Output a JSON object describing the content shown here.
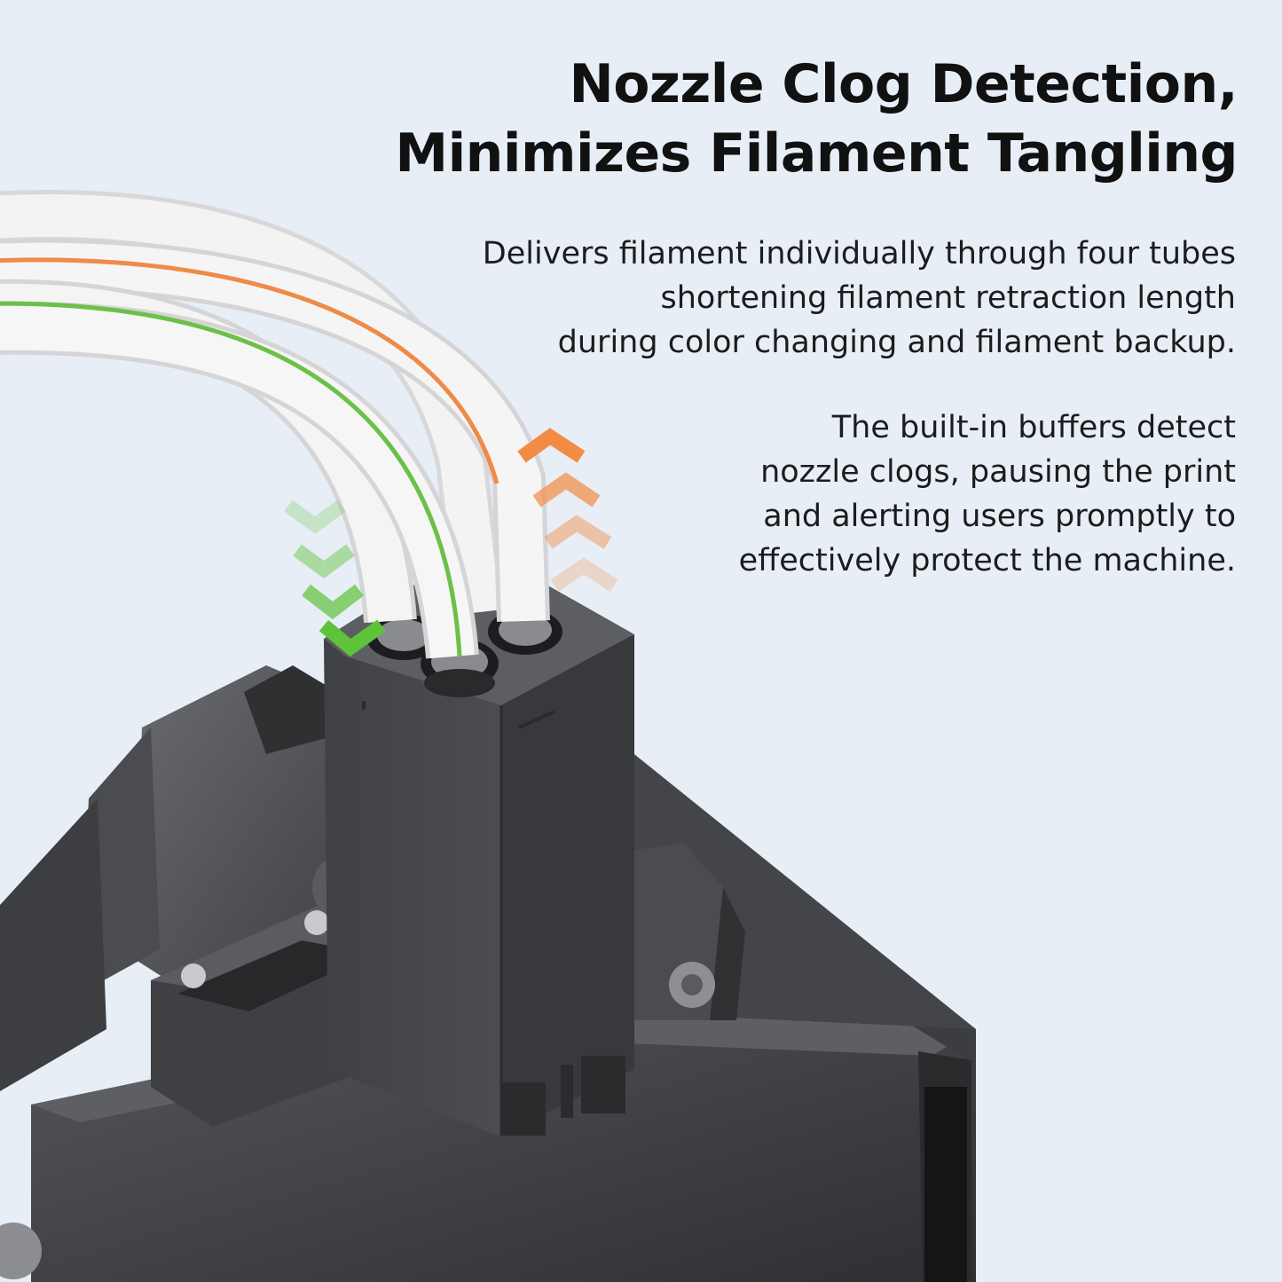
{
  "headline": {
    "line1": "Nozzle Clog Detection,",
    "line2": "Minimizes Filament Tangling"
  },
  "paragraph1": [
    "Delivers filament individually through four tubes",
    "shortening filament retraction length",
    "during color changing and filament backup."
  ],
  "paragraph2": [
    "The built-in buffers detect",
    "nozzle clogs, pausing the print",
    "and alerting users promptly to",
    "effectively protect the machine."
  ],
  "colors": {
    "background": "#e7eef6",
    "housing": "#4a4b4e",
    "tube": "#f3f3f3",
    "filament_green": "#6cc04a",
    "filament_orange": "#f08a48",
    "arrow_green": "#5ec23a",
    "arrow_orange": "#f28c45"
  }
}
